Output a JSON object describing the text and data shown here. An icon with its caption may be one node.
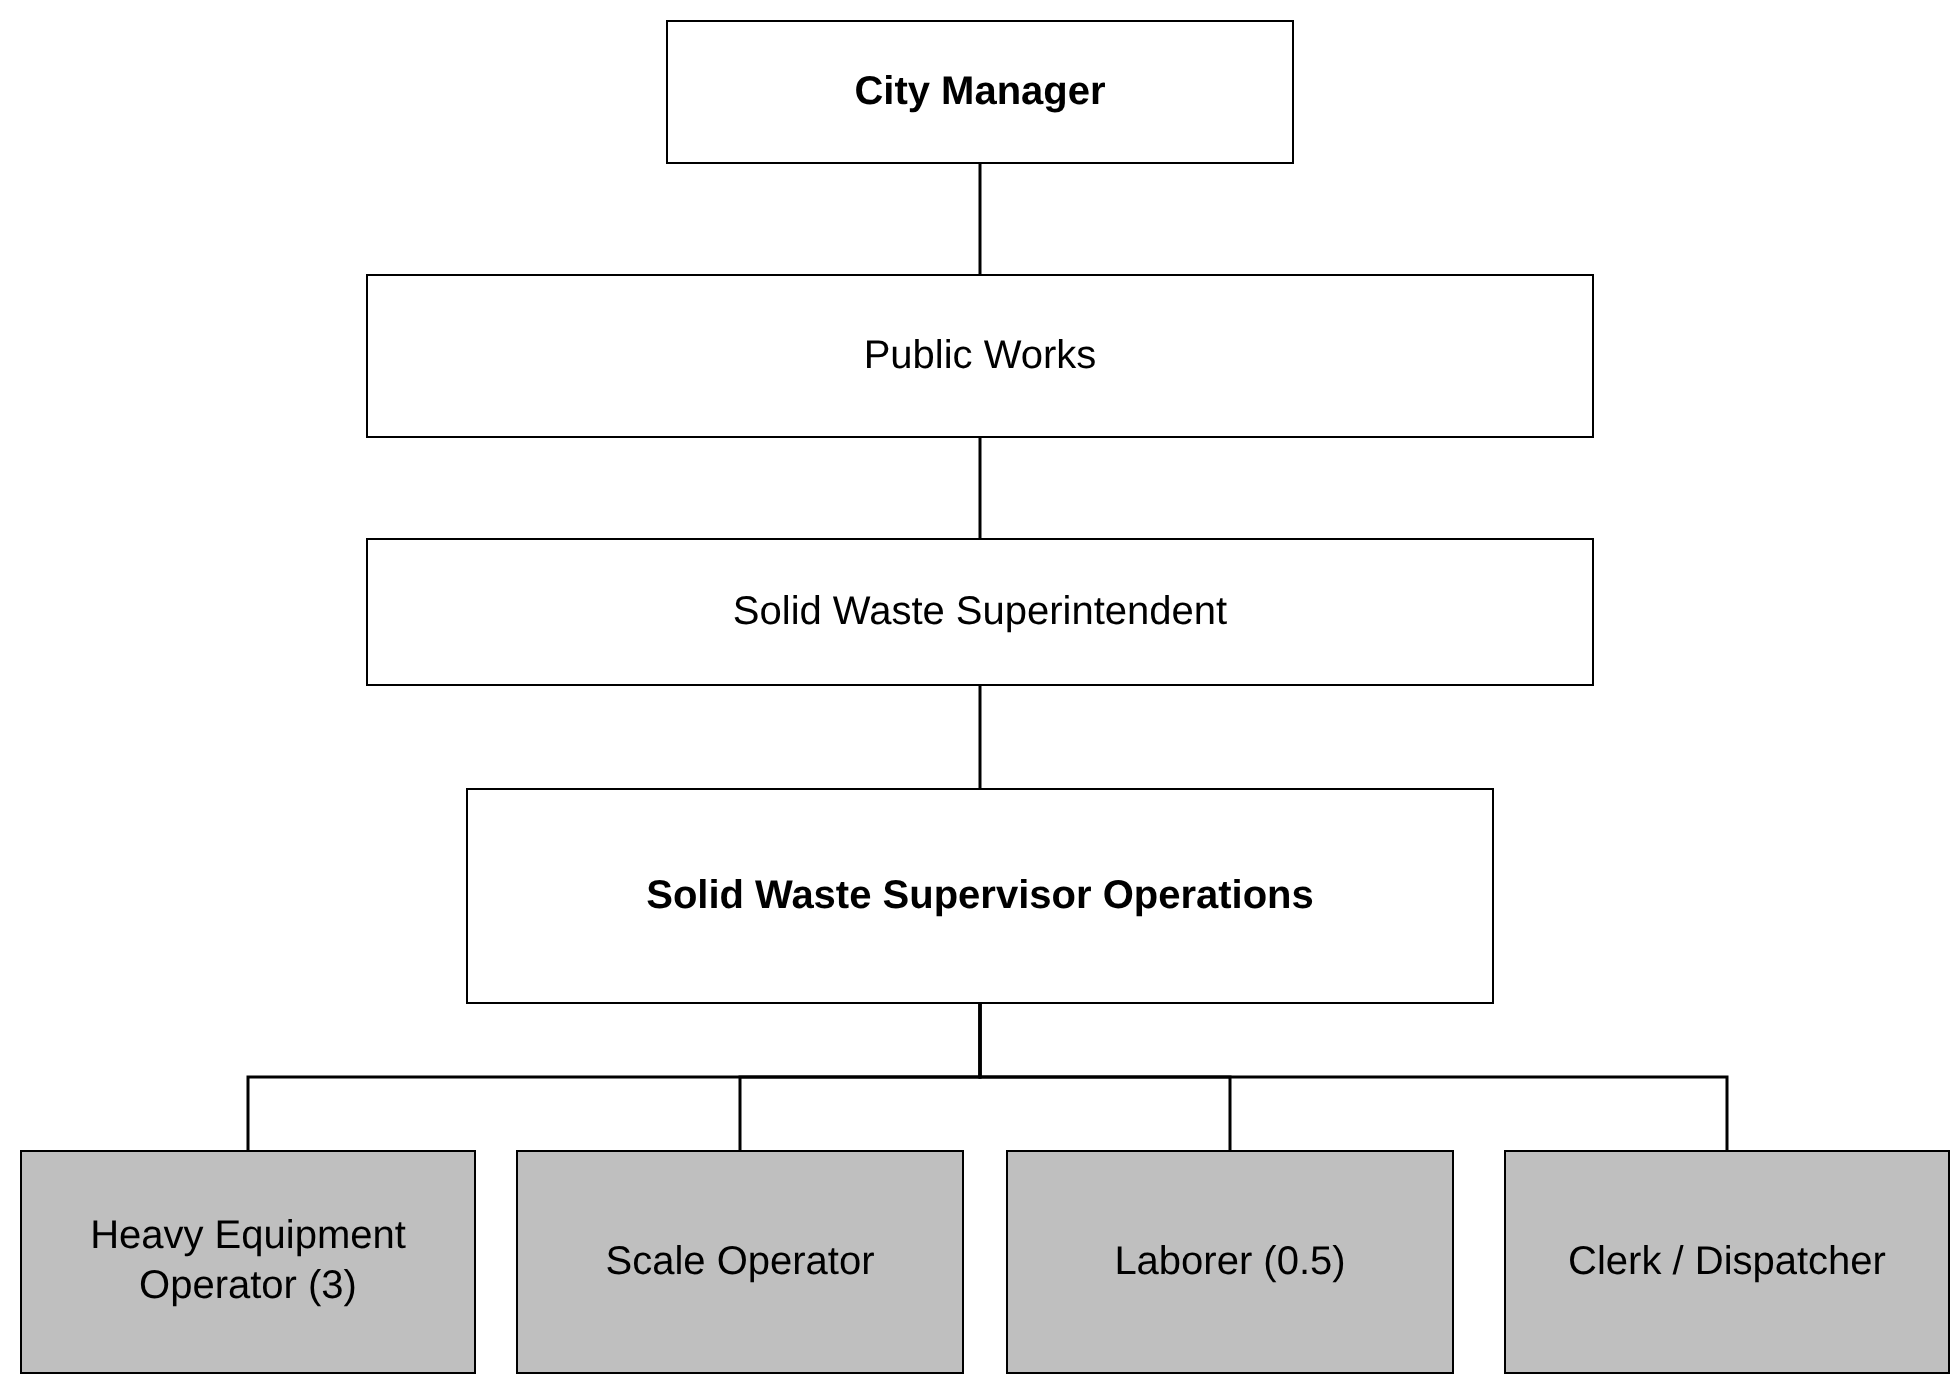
{
  "diagram": {
    "nodes": [
      {
        "text": [
          "City Manager"
        ]
      },
      {
        "text": [
          "Public Works"
        ]
      },
      {
        "text": [
          "Solid Waste Superintendent"
        ]
      },
      {
        "text": [
          "Solid Waste Supervisor Operations"
        ]
      },
      {
        "text": [
          "Heavy Equipment Operator (3)"
        ]
      },
      {
        "text": [
          "Scale Operator"
        ]
      },
      {
        "text": [
          "Laborer (0.5)"
        ]
      },
      {
        "text": [
          "Clerk / Dispatcher"
        ]
      }
    ],
    "edges": [
      {
        "from": 0,
        "to": 1,
        "arrow": "none"
      },
      {
        "from": 1,
        "to": 2,
        "arrow": "none"
      },
      {
        "from": 2,
        "to": 3,
        "arrow": "none"
      },
      {
        "from": 3,
        "to": 4,
        "arrow": "none"
      },
      {
        "from": 3,
        "to": 5,
        "arrow": "none"
      },
      {
        "from": 3,
        "to": 6,
        "arrow": "none"
      },
      {
        "from": 3,
        "to": 7,
        "arrow": "none"
      }
    ]
  }
}
